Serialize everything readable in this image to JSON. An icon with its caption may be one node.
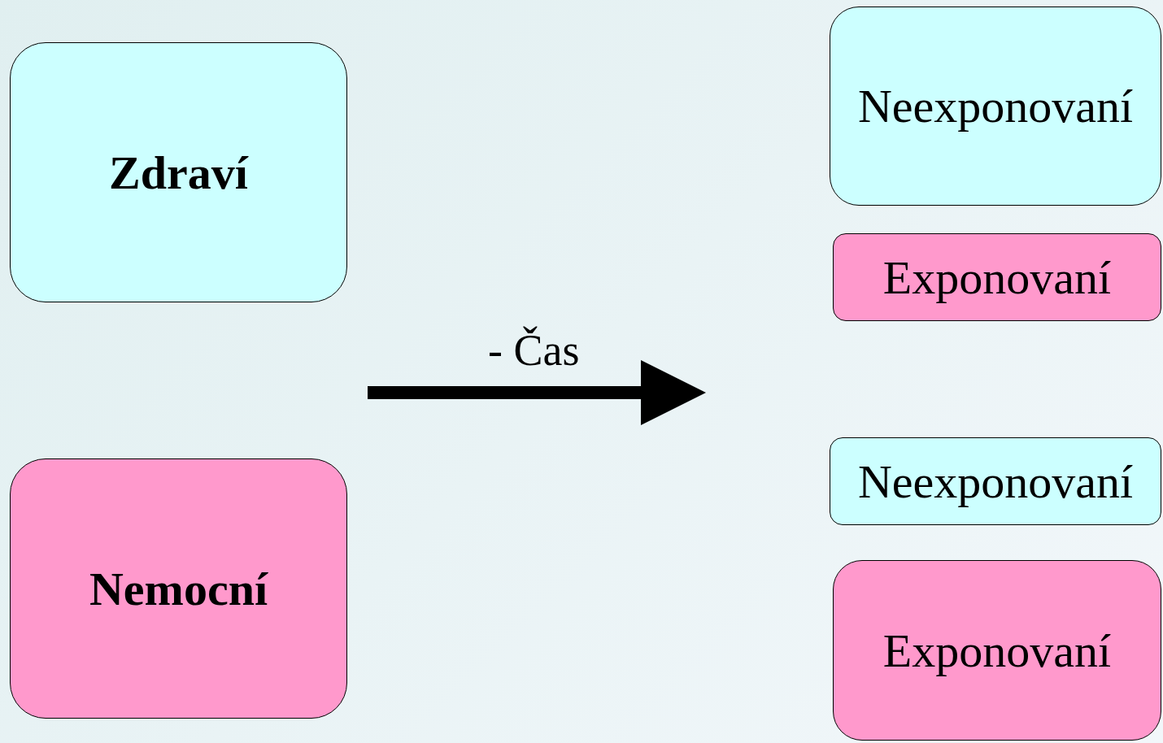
{
  "diagram": {
    "nodes": [
      {
        "text": [
          "Zdraví"
        ]
      },
      {
        "text": [
          "Nemocní"
        ]
      },
      {
        "text": [
          "Neexponovaní"
        ]
      },
      {
        "text": [
          "Exponovaní"
        ]
      },
      {
        "text": [
          "Neexponovaní"
        ]
      },
      {
        "text": [
          "Exponovaní"
        ]
      }
    ],
    "labels": [
      "- Čas"
    ]
  }
}
